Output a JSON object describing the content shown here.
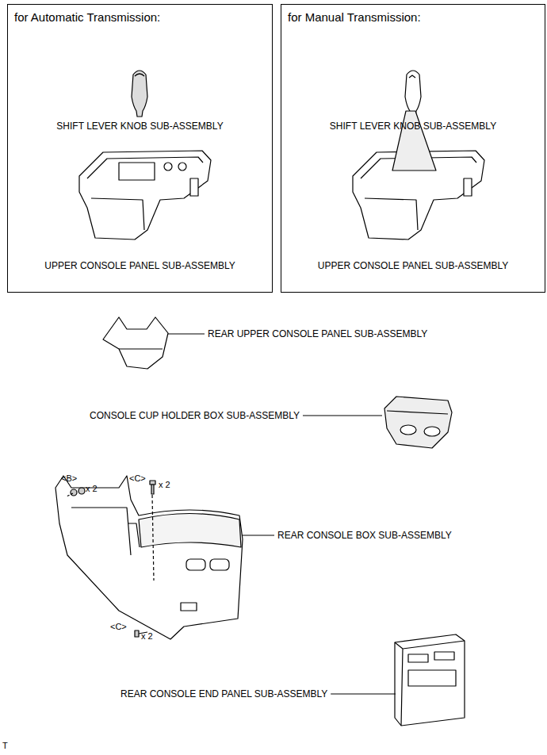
{
  "diagram": {
    "nodes": [
      {
        "text": [
          "for Automatic Transmission:",
          "SHIFT LEVER KNOB SUB-ASSEMBLY",
          "UPPER CONSOLE PANEL SUB-ASSEMBLY"
        ]
      },
      {
        "text": [
          "for Manual Transmission:",
          "SHIFT LEVER KNOB SUB-ASSEMBLY",
          "UPPER CONSOLE PANEL SUB-ASSEMBLY"
        ]
      }
    ],
    "labels": [
      "REAR UPPER CONSOLE PANEL SUB-ASSEMBLY",
      "CONSOLE CUP HOLDER BOX SUB-ASSEMBLY",
      "<B>",
      "x 2",
      "<C>",
      "x 2",
      "REAR CONSOLE BOX SUB-ASSEMBLY",
      "<C>",
      "x 2",
      "REAR CONSOLE END PANEL SUB-ASSEMBLY",
      "T"
    ]
  }
}
